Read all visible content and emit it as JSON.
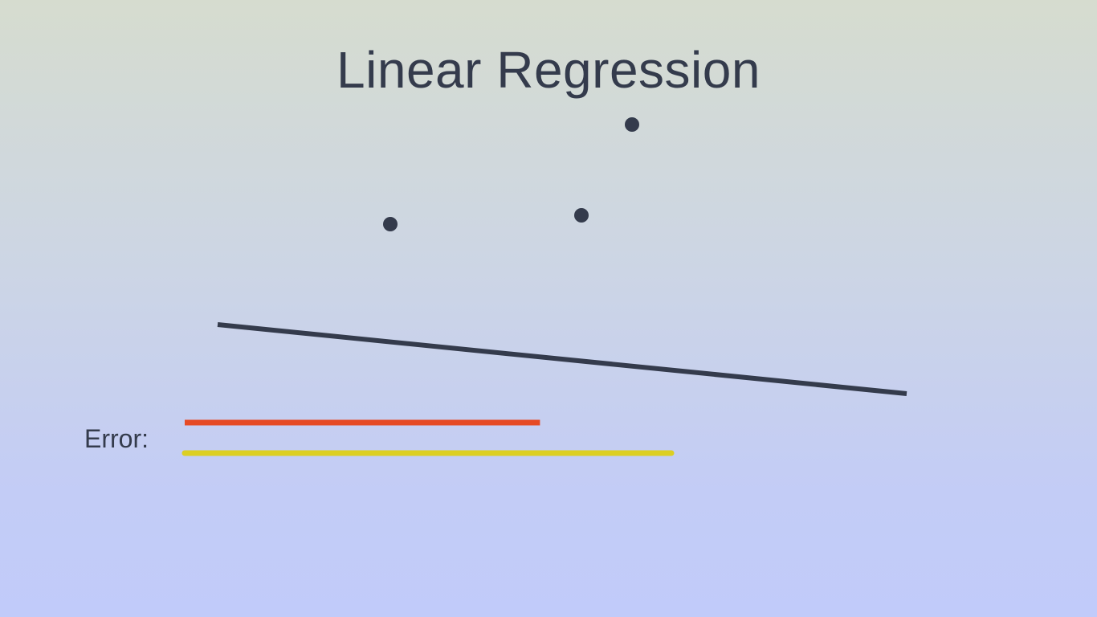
{
  "title": "Linear Regression",
  "error_label": "Error:",
  "error_bars": [
    {
      "id": "error-bar-current",
      "fraction": 0.73,
      "color": "#e64a24"
    },
    {
      "id": "error-bar-previous",
      "fraction": 1.0,
      "color": "#dccf22"
    }
  ],
  "colors": {
    "ink": "#343b4c",
    "error_current": "#e64a24",
    "error_previous": "#dccf22"
  }
}
